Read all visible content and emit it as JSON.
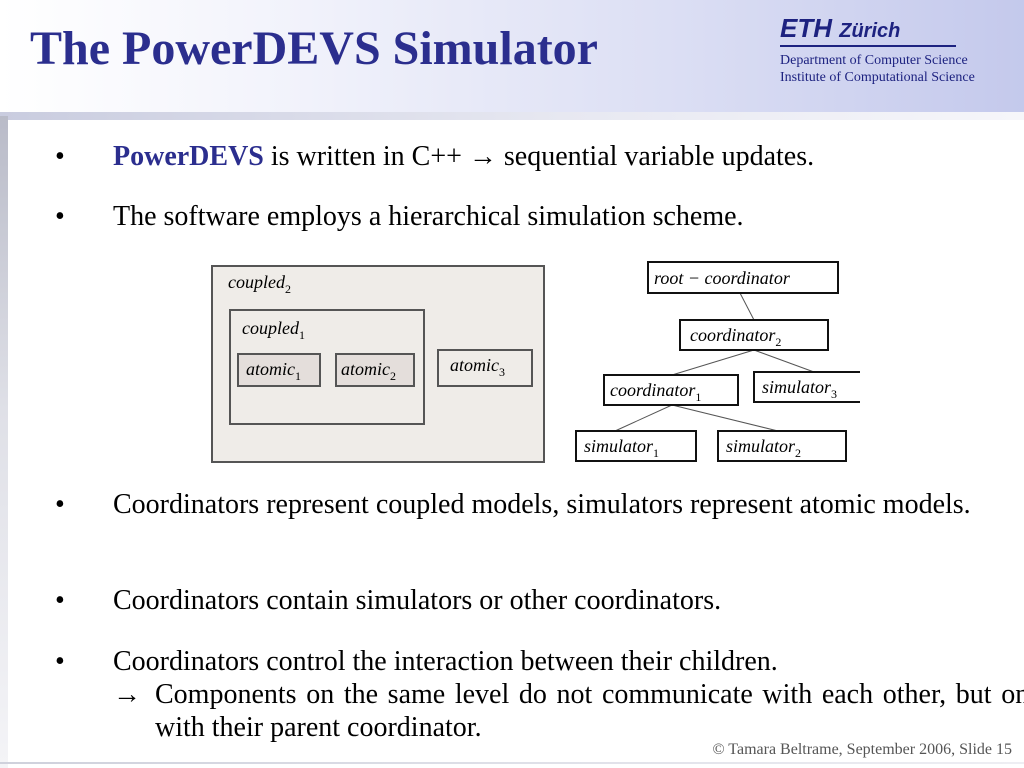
{
  "slide": {
    "title": "The PowerDEVS Simulator",
    "footer": "© Tamara Beltrame, September 2006, Slide 15"
  },
  "logo": {
    "eth": "ETH",
    "zurich": "Zürich",
    "department": "Department of Computer Science",
    "institute": "Institute of Computational Science"
  },
  "bullets": {
    "marker": "•",
    "b1": {
      "highlight": "PowerDEVS",
      "rest": " is written in C++  → sequential variable updates."
    },
    "b2": "The software employs a hierarchical simulation scheme.",
    "b3": "Coordinators represent coupled models, simulators represent atomic models.",
    "b4": "Coordinators contain simulators or other coordinators.",
    "b5": {
      "line1": "Coordinators control the interaction between their children.",
      "arrow": "→",
      "line2": "Components on the same level do not communicate with each other, but only with their parent coordinator."
    }
  },
  "diagram_models": {
    "outer": {
      "name": "coupled",
      "sub": "2"
    },
    "inner": {
      "name": "coupled",
      "sub": "1"
    },
    "atomic1": {
      "name": "atomic",
      "sub": "1"
    },
    "atomic2": {
      "name": "atomic",
      "sub": "2"
    },
    "atomic3": {
      "name": "atomic",
      "sub": "3"
    }
  },
  "diagram_tree": {
    "root": "root − coordinator",
    "coord2": {
      "name": "coordinator",
      "sub": "2"
    },
    "coord1": {
      "name": "coordinator",
      "sub": "1"
    },
    "sim3": {
      "name": "simulator",
      "sub": "3"
    },
    "sim1": {
      "name": "simulator",
      "sub": "1"
    },
    "sim2": {
      "name": "simulator",
      "sub": "2"
    }
  },
  "colors": {
    "title": "#2b2e8e",
    "eth": "#1d2280",
    "model_bg": "#efece8",
    "atomic_fill": "#e4dedb"
  }
}
